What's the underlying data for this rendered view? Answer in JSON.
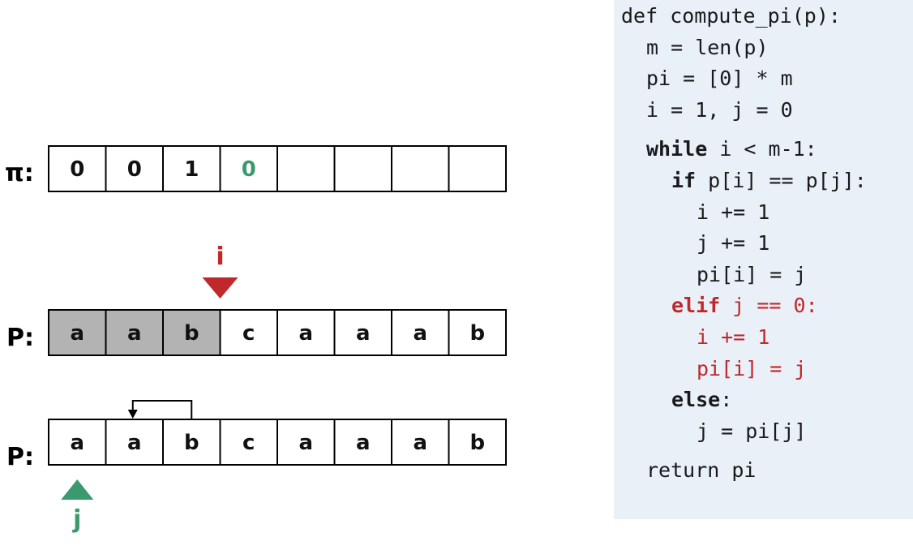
{
  "colors": {
    "red": "#c0282c",
    "green": "#3a9a6e",
    "shaded": "#b3b3b3",
    "code_bg": "#e9f0f8"
  },
  "pi_row": {
    "label": "π:",
    "cells": [
      "0",
      "0",
      "1",
      "0",
      "",
      "",
      "",
      ""
    ],
    "highlight_index": 3
  },
  "p_row_top": {
    "label": "P:",
    "cells": [
      "a",
      "a",
      "b",
      "c",
      "a",
      "a",
      "a",
      "b"
    ],
    "shaded_count": 3,
    "pointer": {
      "label": "i",
      "index": 3
    }
  },
  "p_row_bottom": {
    "label": "P:",
    "cells": [
      "a",
      "a",
      "b",
      "c",
      "a",
      "a",
      "a",
      "b"
    ],
    "pointer": {
      "label": "j",
      "index": 0
    },
    "jump_arrow": {
      "from_index": 2,
      "to_index": 1
    }
  },
  "code": {
    "lines": [
      {
        "text": "def compute_pi(p):",
        "indent": 0
      },
      {
        "text": "m = len(p)",
        "indent": 1
      },
      {
        "text": "pi = [0] * m",
        "indent": 1
      },
      {
        "text": "i = 1, j = 0",
        "indent": 1
      },
      {
        "kw": "while",
        "text": " i < m-1:",
        "indent": 1,
        "gap_before": true
      },
      {
        "kw": "if",
        "text": " p[i] == p[j]:",
        "indent": 2
      },
      {
        "text": "i += 1",
        "indent": 3
      },
      {
        "text": "j += 1",
        "indent": 3
      },
      {
        "text": "pi[i] = j",
        "indent": 3
      },
      {
        "kw": "elif",
        "text": " j == 0:",
        "indent": 2,
        "highlight": true
      },
      {
        "text": "i += 1",
        "indent": 3,
        "highlight": true
      },
      {
        "text": "pi[i] = j",
        "indent": 3,
        "highlight": true
      },
      {
        "kw": "else",
        "text": ":",
        "indent": 2
      },
      {
        "text": "j = pi[j]",
        "indent": 3
      },
      {
        "text": "return pi",
        "indent": 1,
        "gap_before": true
      }
    ]
  }
}
